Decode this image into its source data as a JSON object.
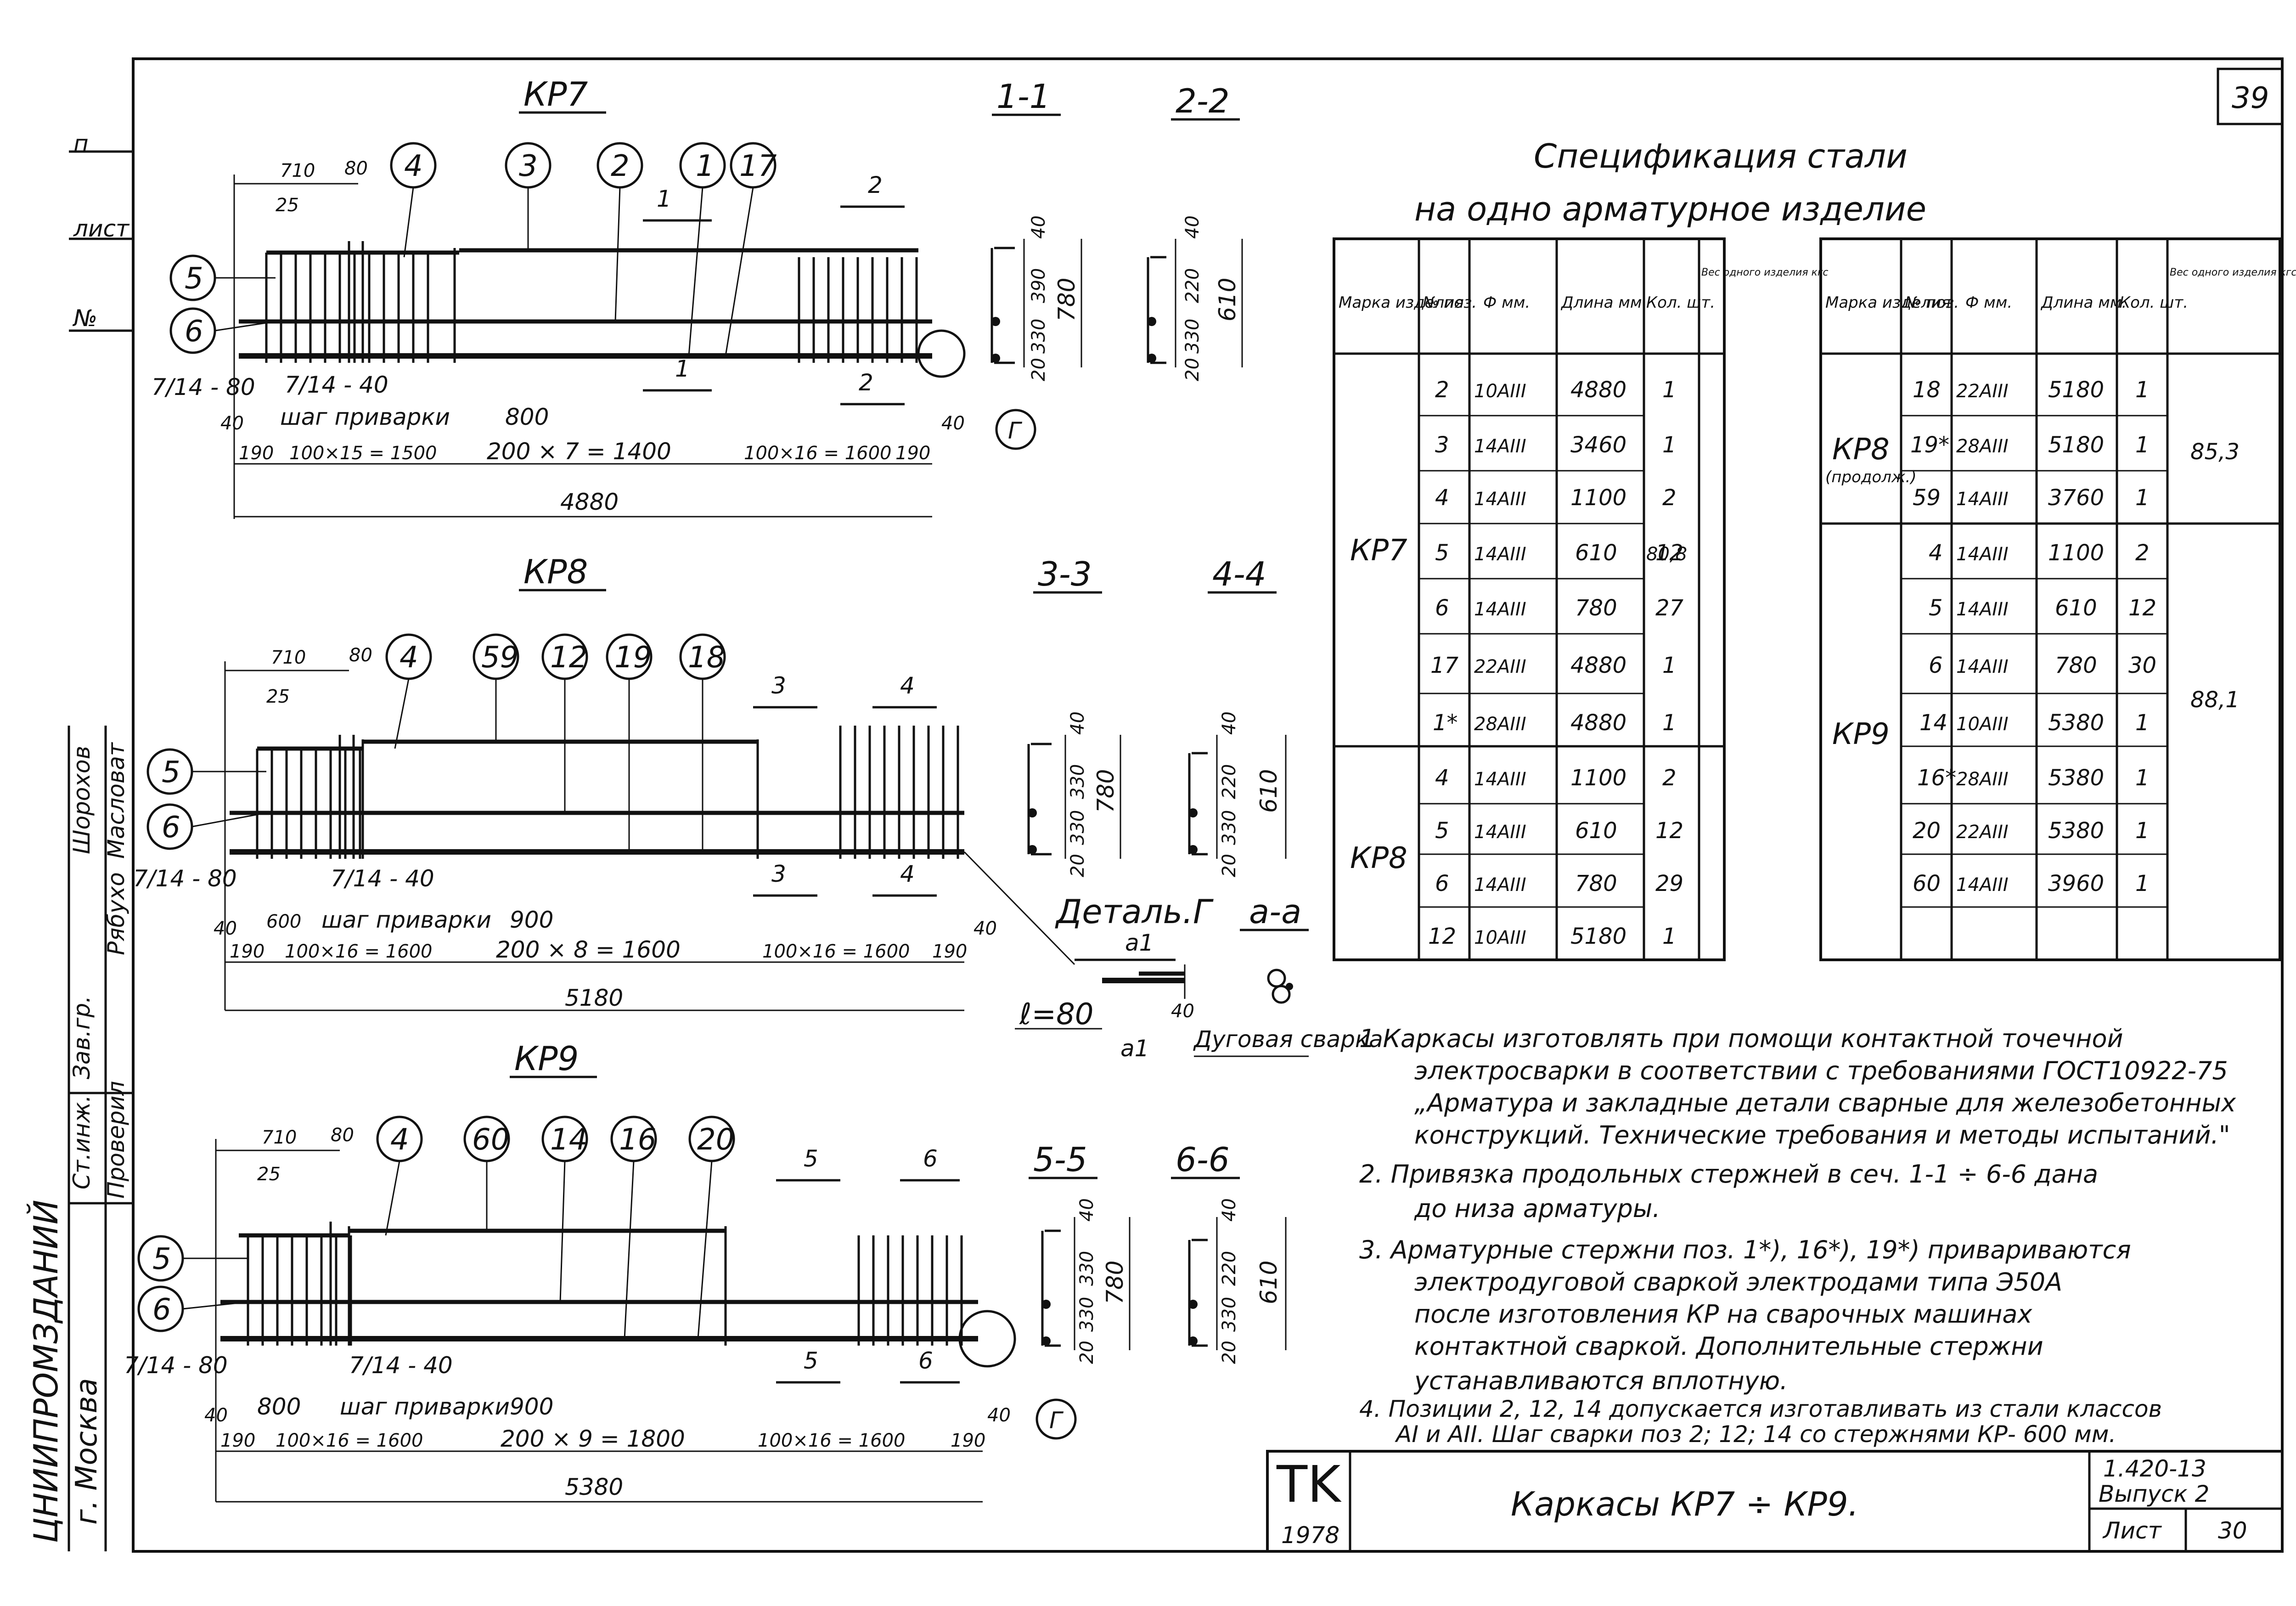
{
  "sheet_number": "39",
  "stamp": {
    "logo": "TK",
    "year": "1978",
    "title": "Каркасы КР7 ÷ КР9.",
    "doc_code": "1.420-13",
    "issue": "Выпуск 2",
    "sheet_label": "Лист",
    "sheet_no": "30"
  },
  "left_stamp": {
    "org": "ЦНИИПРОМЗДАНИЙ",
    "city": "г. Москва",
    "roles": [
      "Ст.инж.",
      "Зав.гр.",
      "Шорохов"
    ],
    "names": [
      "Проверил",
      "Рябухо",
      "Масловат"
    ],
    "side_labels": [
      "п",
      "лист",
      "№"
    ]
  },
  "spec": {
    "title_line1": "Спецификация стали",
    "title_line2": "на одно арматурное изделие",
    "headers": [
      "Марка изделия",
      "№ поз.",
      "Ф мм.",
      "Длина мм.",
      "Кол. шт.",
      "Вес одного изделия кгс"
    ],
    "left_rows": [
      {
        "mark": "",
        "pos": "2",
        "dia": "10АIII",
        "len": "4880",
        "qty": "1"
      },
      {
        "mark": "",
        "pos": "3",
        "dia": "14АIII",
        "len": "3460",
        "qty": "1"
      },
      {
        "mark": "",
        "pos": "4",
        "dia": "14АIII",
        "len": "1100",
        "qty": "2"
      },
      {
        "mark": "",
        "pos": "5",
        "dia": "14АIII",
        "len": "610",
        "qty": "12"
      },
      {
        "mark": "",
        "pos": "6",
        "dia": "14АIII",
        "len": "780",
        "qty": "27"
      },
      {
        "mark": "",
        "pos": "17",
        "dia": "22АIII",
        "len": "4880",
        "qty": "1"
      },
      {
        "mark": "",
        "pos": "1*",
        "dia": "28АIII",
        "len": "4880",
        "qty": "1"
      },
      {
        "mark": "",
        "pos": "4",
        "dia": "14АIII",
        "len": "1100",
        "qty": "2"
      },
      {
        "mark": "",
        "pos": "5",
        "dia": "14АIII",
        "len": "610",
        "qty": "12"
      },
      {
        "mark": "",
        "pos": "6",
        "dia": "14АIII",
        "len": "780",
        "qty": "29"
      },
      {
        "mark": "",
        "pos": "12",
        "dia": "10АIII",
        "len": "5180",
        "qty": "1"
      }
    ],
    "left_marks": [
      "КР7",
      "КР8"
    ],
    "left_weights": [
      "80,8"
    ],
    "right_rows": [
      {
        "pos": "18",
        "dia": "22АIII",
        "len": "5180",
        "qty": "1"
      },
      {
        "pos": "19*",
        "dia": "28АIII",
        "len": "5180",
        "qty": "1"
      },
      {
        "pos": "59",
        "dia": "14АIII",
        "len": "3760",
        "qty": "1"
      },
      {
        "pos": "4",
        "dia": "14АIII",
        "len": "1100",
        "qty": "2"
      },
      {
        "pos": "5",
        "dia": "14АIII",
        "len": "610",
        "qty": "12"
      },
      {
        "pos": "6",
        "dia": "14АIII",
        "len": "780",
        "qty": "30"
      },
      {
        "pos": "14",
        "dia": "10АIII",
        "len": "5380",
        "qty": "1"
      },
      {
        "pos": "16*",
        "dia": "28АIII",
        "len": "5380",
        "qty": "1"
      },
      {
        "pos": "20",
        "dia": "22АIII",
        "len": "5380",
        "qty": "1"
      },
      {
        "pos": "60",
        "dia": "14АIII",
        "len": "3960",
        "qty": "1"
      }
    ],
    "right_marks": [
      "КР8",
      "(продолж.)",
      "КР9"
    ],
    "right_weights": [
      "85,3",
      "88,1"
    ]
  },
  "notes": [
    "1   Каркасы изготовлять при помощи контактной точечной",
    "электросварки в соответствии с требованиями ГОСТ10922-75",
    "„Арматура и закладные детали сварные для железобетонных",
    "конструкций. Технические требования и методы испытаний.\"",
    "2.   Привязка продольных  стержней в сеч. 1-1 ÷ 6-6 дана",
    "до низа арматуры.",
    "3.   Арматурные стержни поз. 1*), 16*), 19*) привариваются",
    "электродуговой сваркой  электродами типа Э50А",
    "после изготовления КР на сварочных машинах",
    "контактной   сваркой.  Дополнительные стержни",
    "устанавливаются вплотную.",
    "4. Позиции 2, 12, 14 допускается изготавливать из стали классов",
    "АI и АII. Шаг сварки поз 2; 12; 14 со стержнями КР- 600 мм."
  ],
  "frames": [
    {
      "name": "КР7",
      "sec_a": "1-1",
      "sec_b": "2-2",
      "marks": [
        "4",
        "3",
        "2",
        "1",
        "17"
      ],
      "side_marks": [
        "5",
        "6"
      ],
      "top_dims": [
        "710",
        "80",
        "25"
      ],
      "end_label": "7/14 - 80",
      "pitch_label": "7/14 - 40",
      "weld_step": "шаг приварки",
      "mid_gap": "800",
      "end_gaps": [
        "40",
        "40"
      ],
      "row_dims": [
        "190",
        "100×15 = 1500",
        "200 × 7 = 1400",
        "100×16 = 1600",
        "190"
      ],
      "total": "4880",
      "detail_mark": "Г",
      "sec_a_dims": [
        "40",
        "390",
        "330",
        "20",
        "780"
      ],
      "sec_b_dims": [
        "40",
        "220",
        "330",
        "20",
        "610"
      ],
      "cut_labels": [
        "1",
        "1",
        "2",
        "2"
      ]
    },
    {
      "name": "КР8",
      "sec_a": "3-3",
      "sec_b": "4-4",
      "marks": [
        "4",
        "59",
        "12",
        "19",
        "18"
      ],
      "side_marks": [
        "5",
        "6"
      ],
      "top_dims": [
        "710",
        "80",
        "25"
      ],
      "end_label": "7/14 - 80",
      "pitch_label": "7/14 - 40",
      "weld_step": "шаг приварки",
      "mid_gap": "900",
      "end_gaps": [
        "40",
        "600",
        "40"
      ],
      "row_dims": [
        "190",
        "100×16 = 1600",
        "200 × 8 = 1600",
        "100×16 = 1600",
        "190"
      ],
      "total": "5180",
      "detail_mark": "",
      "sec_a_dims": [
        "40",
        "330",
        "330",
        "20",
        "780"
      ],
      "sec_b_dims": [
        "40",
        "220",
        "330",
        "20",
        "610"
      ],
      "cut_labels": [
        "3",
        "3",
        "4",
        "4"
      ]
    },
    {
      "name": "КР9",
      "sec_a": "5-5",
      "sec_b": "6-6",
      "marks": [
        "4",
        "60",
        "14",
        "16",
        "20"
      ],
      "side_marks": [
        "5",
        "6"
      ],
      "top_dims": [
        "710",
        "80",
        "25"
      ],
      "end_label": "7/14 - 80",
      "pitch_label": "7/14 - 40",
      "weld_step": "шаг приварки",
      "mid_gap": "900",
      "end_gaps": [
        "40",
        "800",
        "40"
      ],
      "row_dims": [
        "190",
        "100×16 = 1600",
        "200 × 9 = 1800",
        "100×16 = 1600",
        "190"
      ],
      "total": "5380",
      "detail_mark": "Г",
      "sec_a_dims": [
        "40",
        "330",
        "330",
        "20",
        "780"
      ],
      "sec_b_dims": [
        "40",
        "220",
        "330",
        "20",
        "610"
      ],
      "cut_labels": [
        "5",
        "5",
        "6",
        "6"
      ]
    }
  ],
  "detail": {
    "title": "Деталь.Г",
    "section": "а-а",
    "cut": "а1",
    "len": "ℓ=80",
    "gap": "40",
    "weld": "Дуговая сварка"
  }
}
